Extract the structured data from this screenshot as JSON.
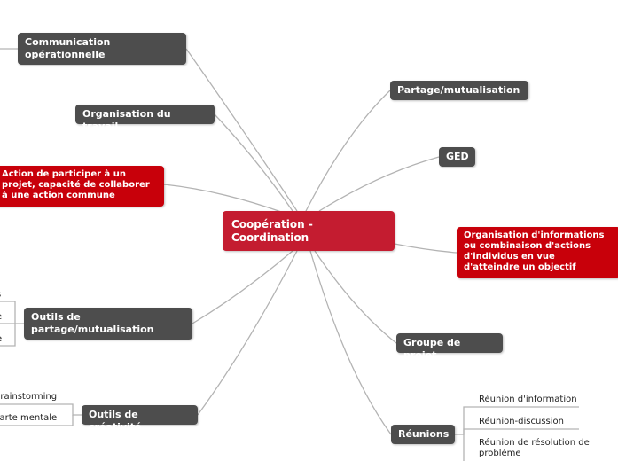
{
  "center": "Coopération - Coordination",
  "nodes": {
    "communication": "Communication opérationnelle",
    "organisation_travail": "Organisation du travail",
    "action": "Action de participer à un projet, capacité de collaborer à une action commune",
    "outils_partage": "Outils de partage/mutualisation",
    "outils_creativite": "Outils de créativité",
    "partage": "Partage/mutualisation",
    "ged": "GED",
    "organisation_info": "Organisation d'informations ou combinaison d'actions d'individus en vue d'atteindre un objectif",
    "groupe": "Groupe de projet",
    "reunions": "Réunions"
  },
  "leaves": {
    "creativite": [
      "brainstorming",
      "carte mentale"
    ],
    "reunions": [
      "Réunion d'information",
      "Réunion-discussion",
      "Réunion de résolution de problème"
    ],
    "partage_fragments": [
      "s",
      "e",
      "e"
    ]
  },
  "colors": {
    "center": "#c41c30",
    "topic_dark": "#4d4d4d",
    "topic_red": "#c8000a",
    "connector": "#b3b3b3"
  }
}
